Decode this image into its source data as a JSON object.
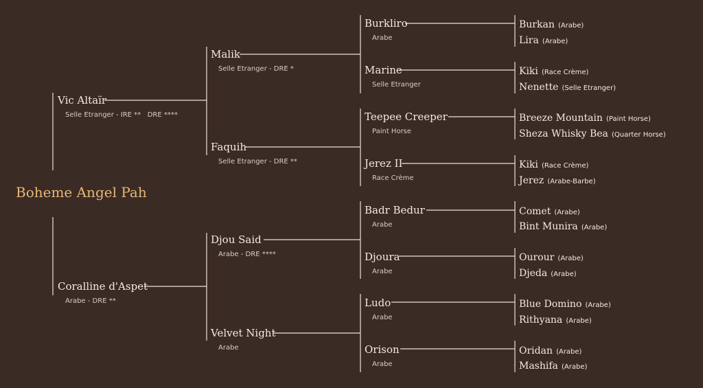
{
  "root": {
    "name": "Boheme Angel Pah"
  },
  "g1": [
    {
      "name": "Vic Altaïr",
      "sub": "Selle Etranger - IRE **   DRE ****"
    },
    {
      "name": "Coralline d'Aspet",
      "sub": "Arabe - DRE **"
    }
  ],
  "g2": [
    {
      "name": "Malik",
      "sub": "Selle Etranger - DRE *"
    },
    {
      "name": "Faquih",
      "sub": "Selle Etranger - DRE **"
    },
    {
      "name": "Djou Said",
      "sub": "Arabe - DRE ****"
    },
    {
      "name": "Velvet Night",
      "sub": "Arabe"
    }
  ],
  "g3": [
    {
      "name": "Burkliro",
      "sub": "Arabe"
    },
    {
      "name": "Marine",
      "sub": "Selle Etranger"
    },
    {
      "name": "Teepee Creeper",
      "sub": "Paint Horse"
    },
    {
      "name": "Jerez II",
      "sub": "Race Crème"
    },
    {
      "name": "Badr Bedur",
      "sub": "Arabe"
    },
    {
      "name": "Djoura",
      "sub": "Arabe"
    },
    {
      "name": "Ludo",
      "sub": "Arabe"
    },
    {
      "name": "Orison",
      "sub": "Arabe"
    }
  ],
  "g4": [
    {
      "name": "Burkan",
      "breed": "(Arabe)"
    },
    {
      "name": "Lira",
      "breed": "(Arabe)"
    },
    {
      "name": "Kiki",
      "breed": "(Race Crème)"
    },
    {
      "name": "Nenette",
      "breed": "(Selle Etranger)"
    },
    {
      "name": "Breeze Mountain",
      "breed": "(Paint Horse)"
    },
    {
      "name": "Sheza Whisky Bea",
      "breed": "(Quarter Horse)"
    },
    {
      "name": "Kiki",
      "breed": "(Race Crème)"
    },
    {
      "name": "Jerez",
      "breed": "(Arabe-Barbe)"
    },
    {
      "name": "Comet",
      "breed": "(Arabe)"
    },
    {
      "name": "Bint Munira",
      "breed": "(Arabe)"
    },
    {
      "name": "Ourour",
      "breed": "(Arabe)"
    },
    {
      "name": "Djeda",
      "breed": "(Arabe)"
    },
    {
      "name": "Blue Domino",
      "breed": "(Arabe)"
    },
    {
      "name": "Rithyana",
      "breed": "(Arabe)"
    },
    {
      "name": "Oridan",
      "breed": "(Arabe)"
    },
    {
      "name": "Mashifa",
      "breed": "(Arabe)"
    }
  ],
  "colors": {
    "background": "#3a2b24",
    "text": "#f2ebe4",
    "root": "#e9b777",
    "lines": "#ece4dc"
  }
}
